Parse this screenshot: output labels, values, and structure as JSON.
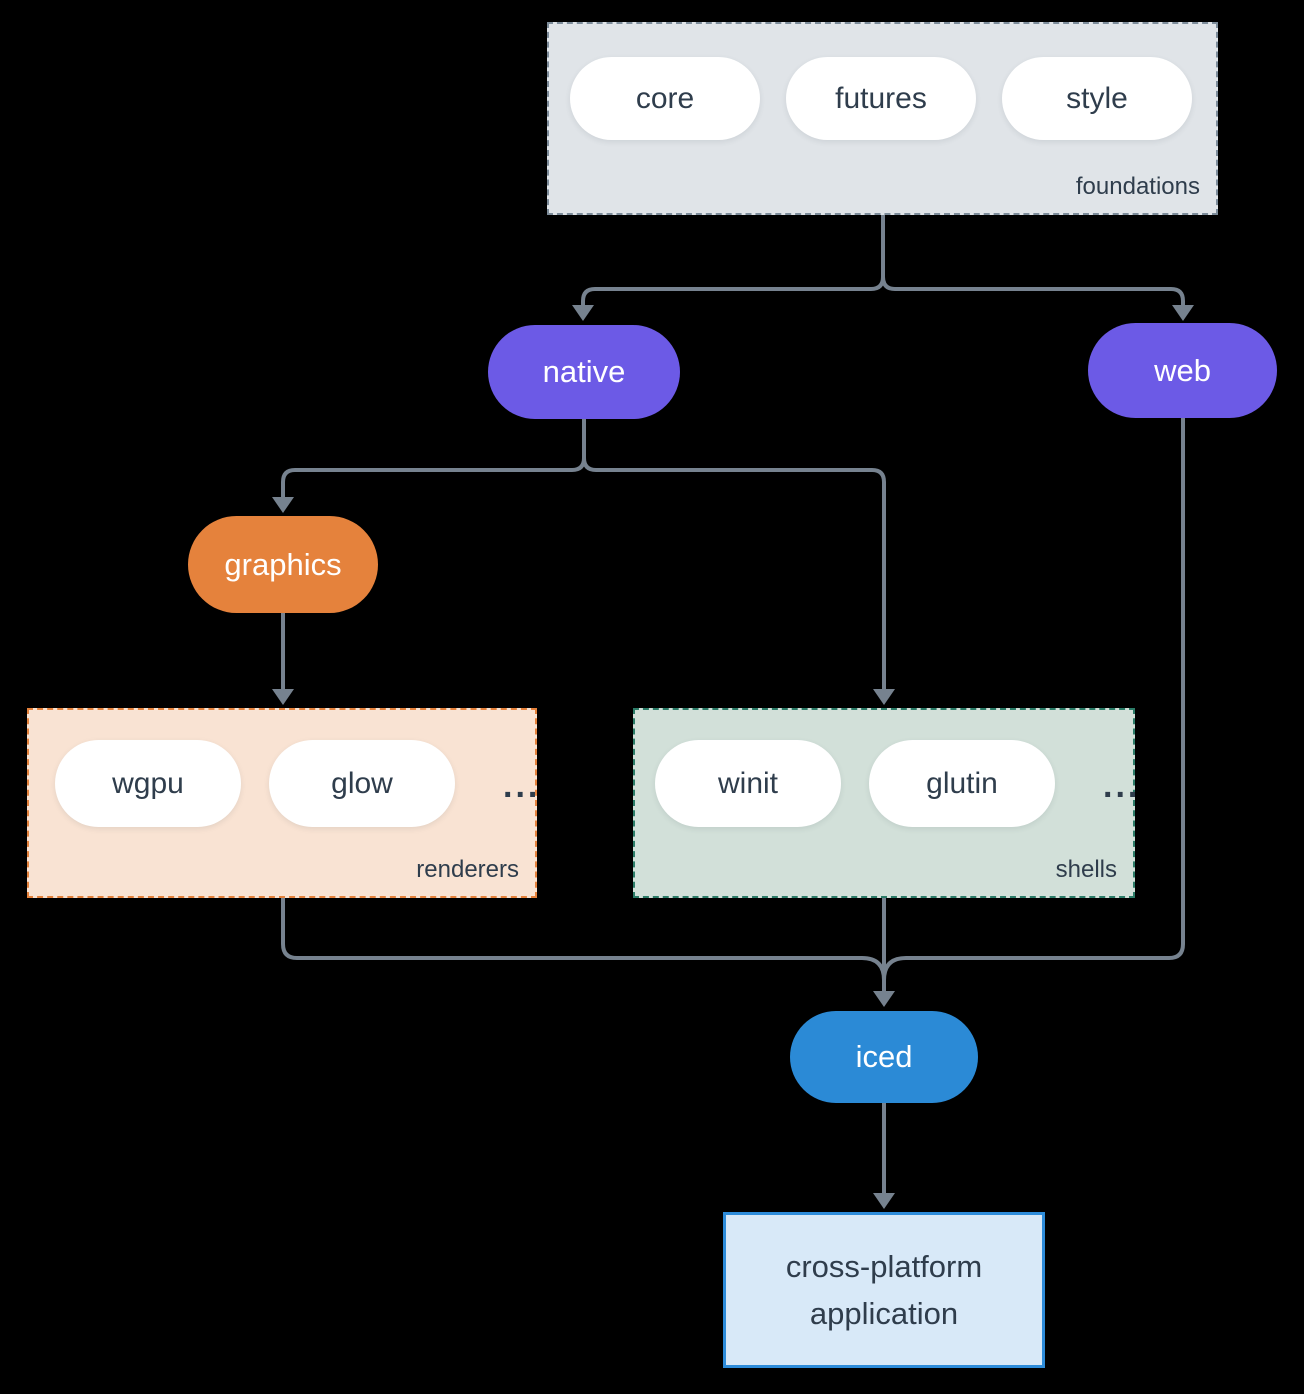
{
  "canvas": {
    "background": "#000000",
    "arrow_color": "#76828f",
    "text_color": "#2f3d4c"
  },
  "foundations": {
    "label": "foundations",
    "items": [
      "core",
      "futures",
      "style"
    ],
    "fill": "#e0e4e8",
    "border": "#7d8c9a"
  },
  "native": {
    "label": "native",
    "color": "#6c5ae6"
  },
  "web": {
    "label": "web",
    "color": "#6c5ae6"
  },
  "graphics": {
    "label": "graphics",
    "color": "#e5823c"
  },
  "renderers": {
    "label": "renderers",
    "items": [
      "wgpu",
      "glow"
    ],
    "more": "...",
    "fill": "#f9e3d3",
    "border": "#e5823c"
  },
  "shells": {
    "label": "shells",
    "items": [
      "winit",
      "glutin"
    ],
    "more": "...",
    "fill": "#d2e0d9",
    "border": "#2c7c68"
  },
  "iced": {
    "label": "iced",
    "color": "#2b8ad6"
  },
  "application": {
    "line1": "cross-platform",
    "line2": "application",
    "fill": "#d8e9f8",
    "border": "#2d8cda"
  }
}
